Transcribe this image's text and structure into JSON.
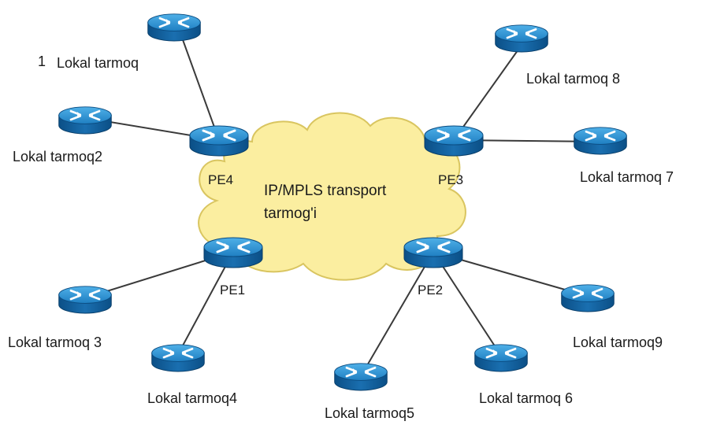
{
  "cloud": {
    "line1": "IP/MPLS transport",
    "line2": "tarmog'i"
  },
  "pe_labels": {
    "pe1": "PE1",
    "pe2": "PE2",
    "pe3": "PE3",
    "pe4": "PE4"
  },
  "local_networks": {
    "n1": "Lokal tarmoq",
    "n1_num": "1",
    "n2": "Lokal tarmoq2",
    "n3": "Lokal tarmoq 3",
    "n4": "Lokal tarmoq4",
    "n5": "Lokal tarmoq5",
    "n6": "Lokal tarmoq 6",
    "n7": "Lokal tarmoq 7",
    "n8": "Lokal tarmoq 8",
    "n9": "Lokal tarmoq9"
  },
  "colors": {
    "cloud_fill": "#fbeea0",
    "cloud_stroke": "#d9c560",
    "router_top": "#2a8fd0",
    "router_side": "#0e5a94",
    "line": "#3a3a3a"
  }
}
